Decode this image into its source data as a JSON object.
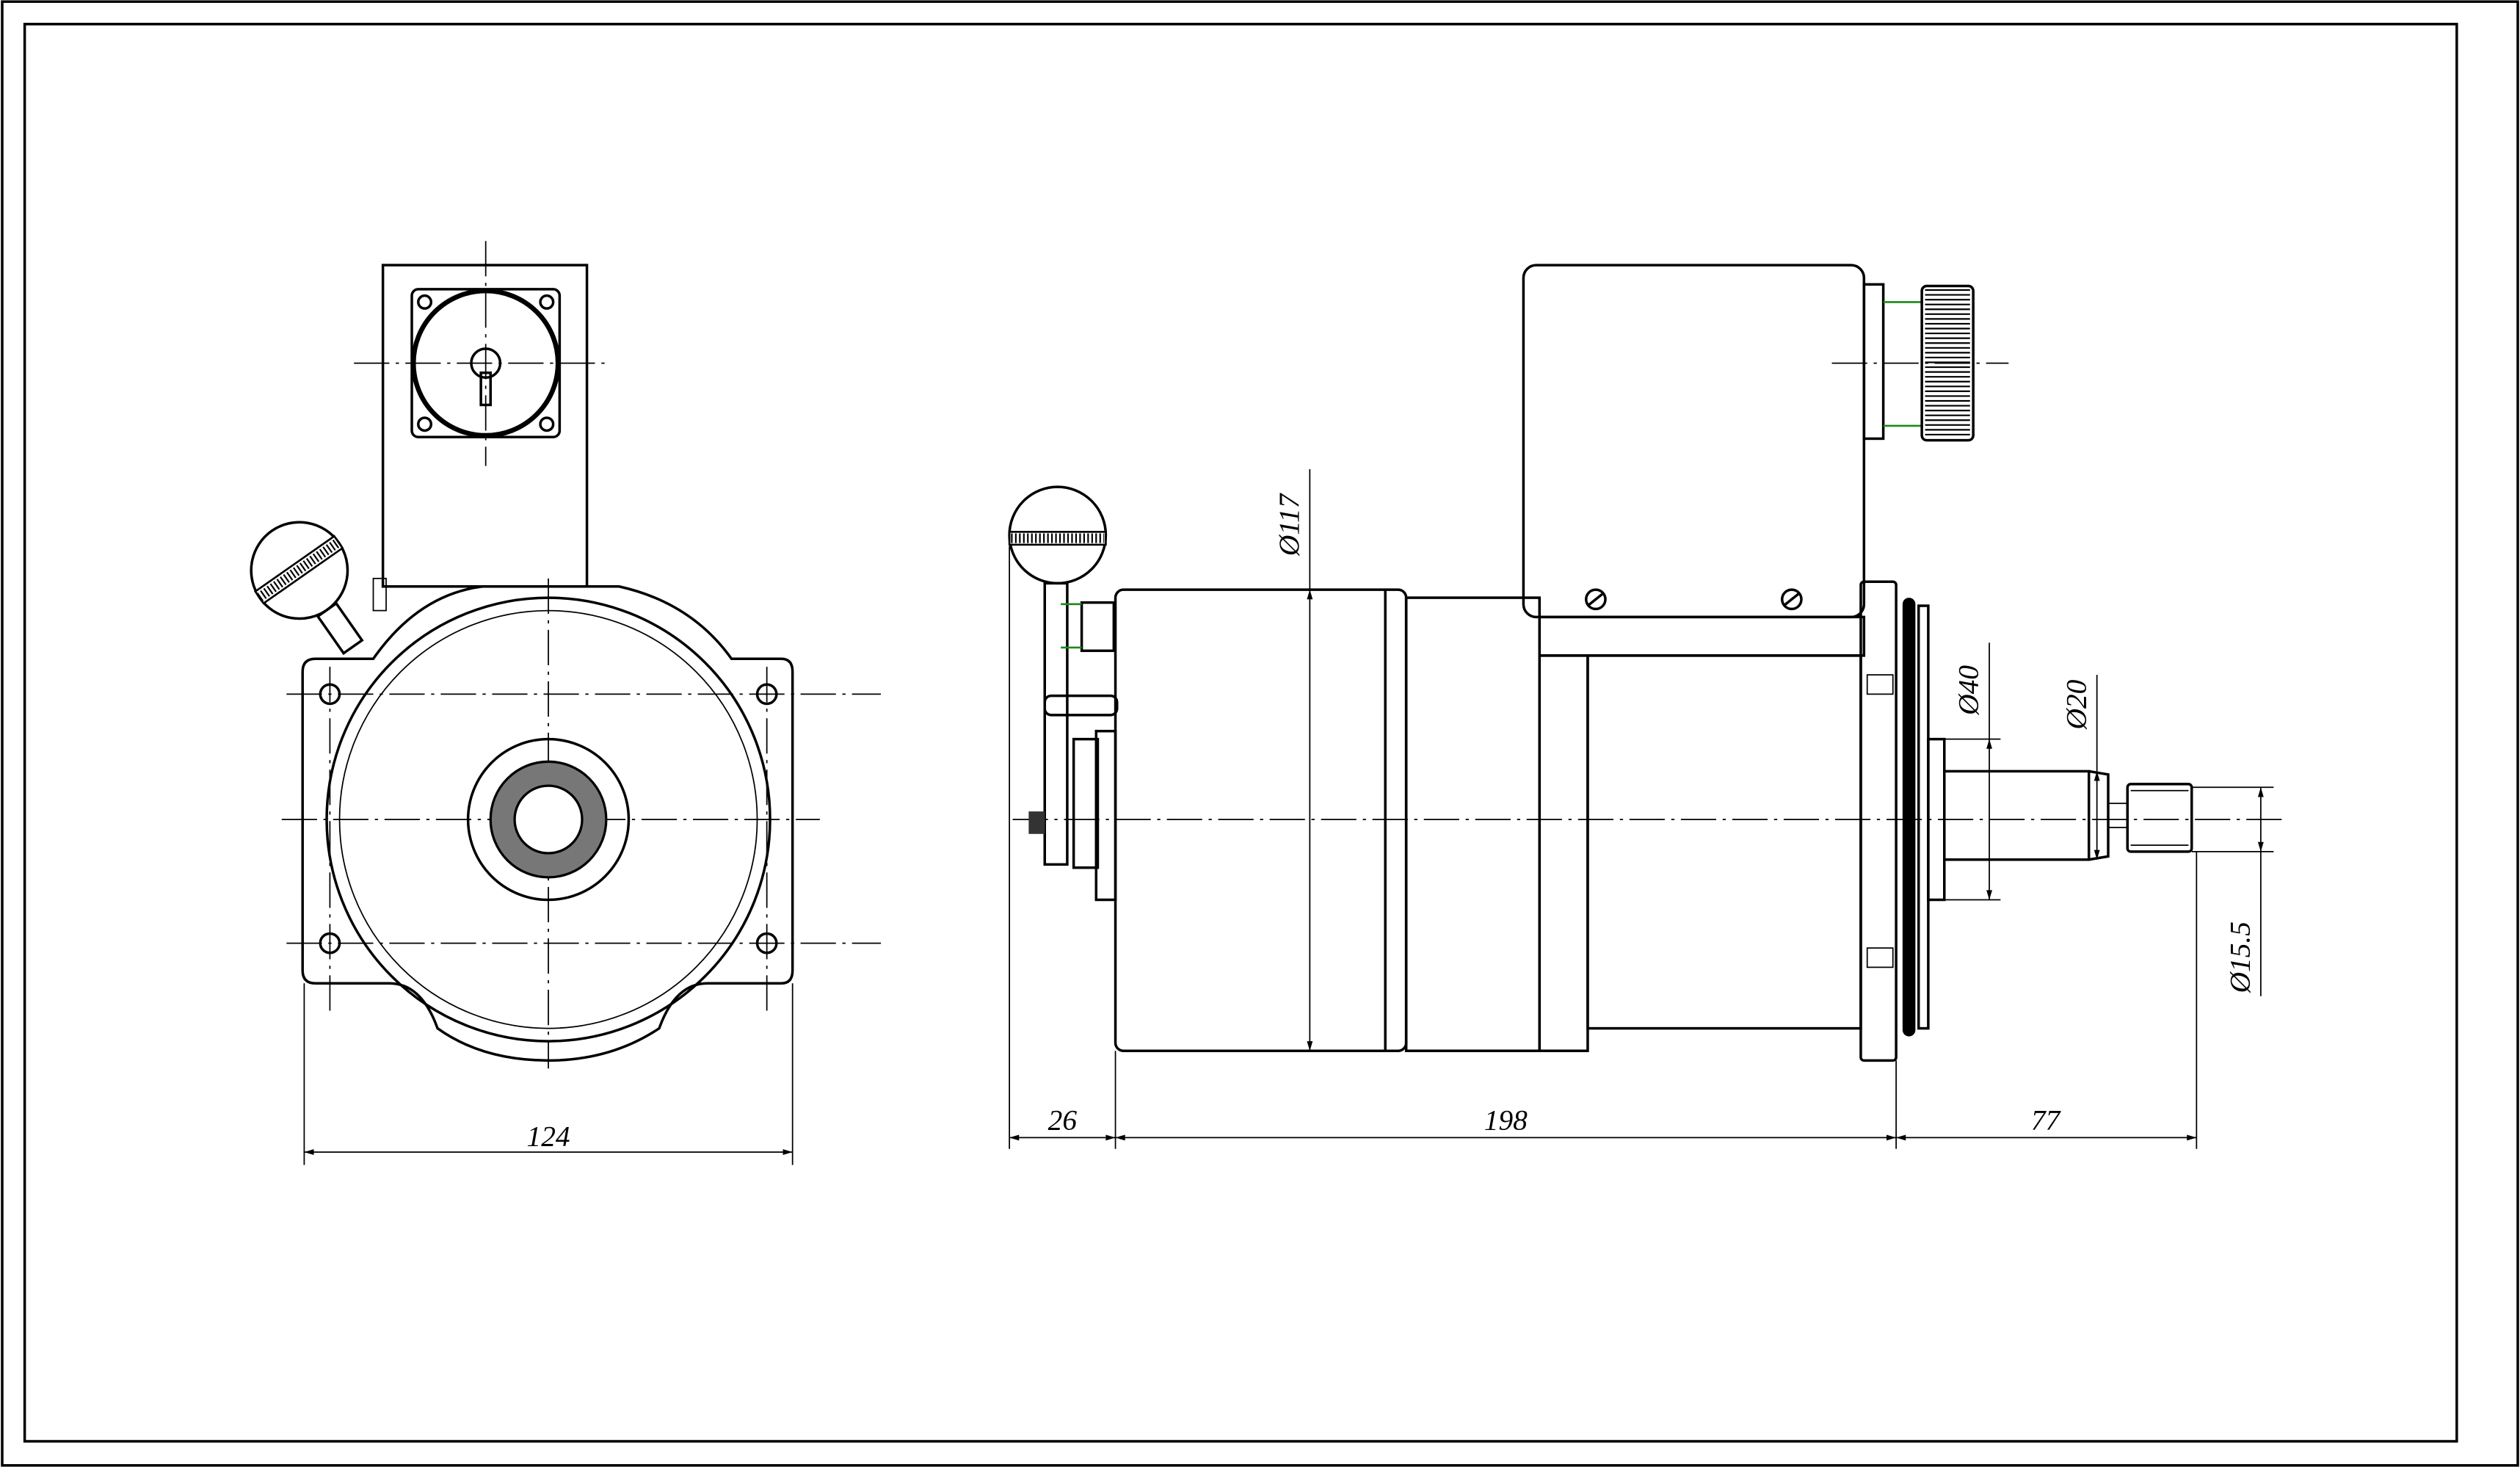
{
  "drawing": {
    "front_view": {
      "dimensions": {
        "width": "124"
      }
    },
    "side_view": {
      "dimensions": {
        "knob_offset": "26",
        "body_length": "198",
        "shaft_length": "77",
        "body_diameter": "Ø117",
        "pilot_diameter": "Ø40",
        "shaft_diameter": "Ø20",
        "thread_diameter": "Ø15.5"
      }
    }
  }
}
